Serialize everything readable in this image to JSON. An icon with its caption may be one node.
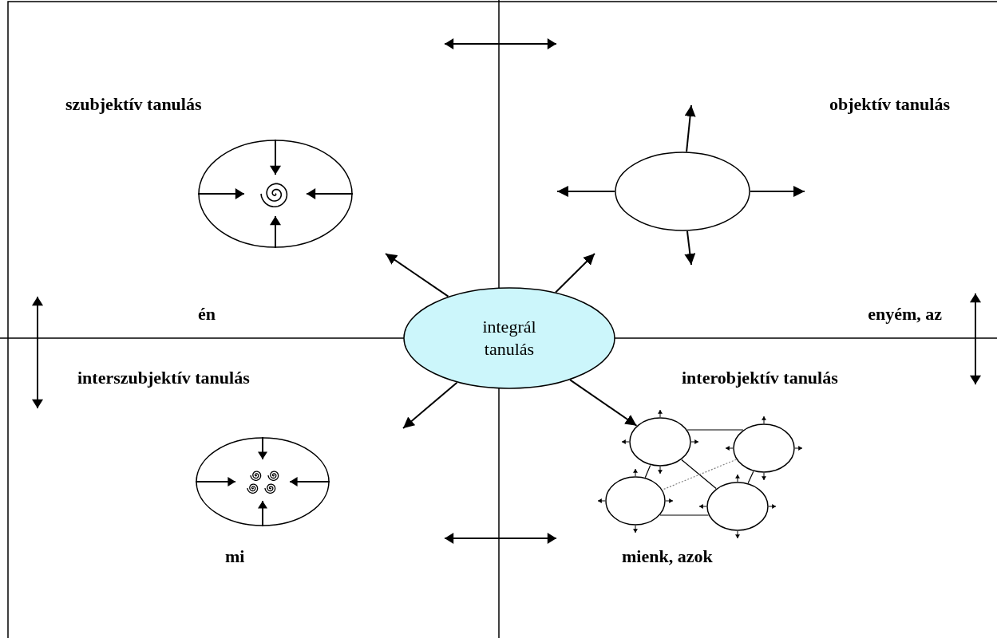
{
  "diagram": {
    "nodes": [
      {
        "text": [
          "integrál tanulás"
        ]
      },
      {
        "text": [],
        "shape": "circle"
      },
      {
        "text": [],
        "shape": "circle"
      },
      {
        "text": [],
        "shape": "circle"
      },
      {
        "text": [],
        "shape": "circle"
      },
      {
        "text": [],
        "shape": "circle"
      },
      {
        "text": [],
        "shape": "circle"
      },
      {
        "text": [],
        "shape": "circle"
      }
    ],
    "edges": [
      {
        "from": 0,
        "to": null,
        "arrow": "to"
      },
      {
        "from": 0,
        "to": null,
        "arrow": "to"
      },
      {
        "from": 0,
        "to": null,
        "arrow": "to"
      },
      {
        "from": 0,
        "to": 4,
        "arrow": "to"
      },
      {
        "from": 4,
        "to": 5,
        "arrow": "none"
      },
      {
        "from": 4,
        "to": 6,
        "arrow": "none"
      },
      {
        "from": 4,
        "to": 7,
        "arrow": "none"
      },
      {
        "from": 5,
        "to": 6,
        "arrow": "none",
        "style": "dashed",
        "color": "#808080"
      },
      {
        "from": 5,
        "to": 7,
        "arrow": "none"
      },
      {
        "from": 6,
        "to": 7,
        "arrow": "none"
      },
      {
        "from": 2,
        "to": null,
        "arrow": "to"
      },
      {
        "from": 2,
        "to": null,
        "arrow": "to"
      },
      {
        "from": 2,
        "to": null,
        "arrow": "to"
      },
      {
        "from": 2,
        "to": null,
        "arrow": "to"
      }
    ],
    "labels": [
      "szubjektív tanulás",
      "objektív tanulás",
      "én",
      "enyém, az",
      "interszubjektív tanulás",
      "interobjektív tanulás",
      "mi",
      "mienk, azok"
    ]
  }
}
